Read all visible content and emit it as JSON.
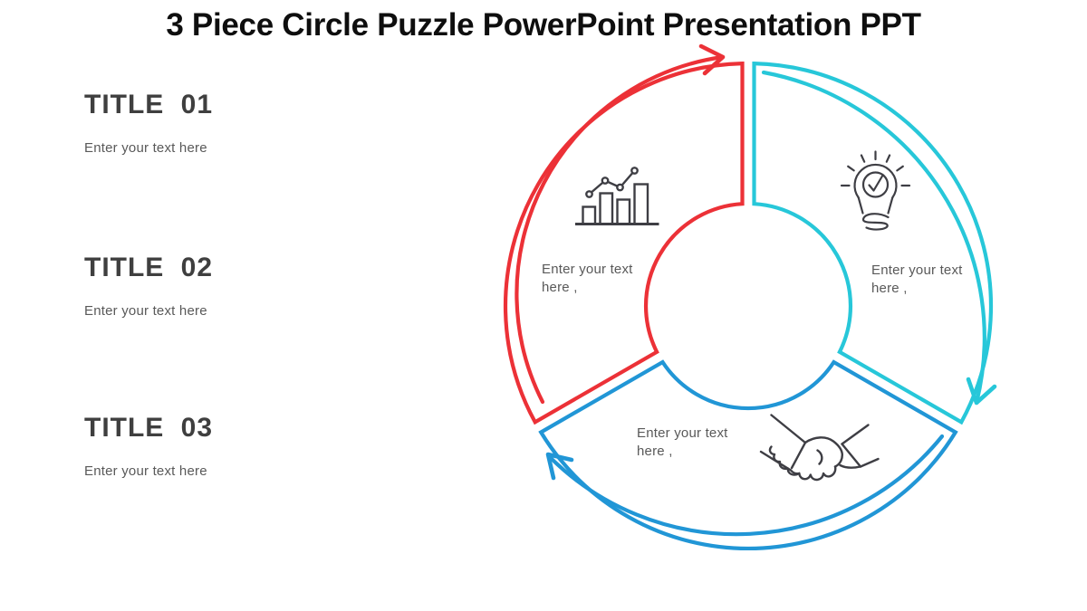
{
  "title": "3 Piece Circle Puzzle PowerPoint Presentation PPT",
  "colors": {
    "red": "#ec3137",
    "cyan": "#27c7d9",
    "blue": "#2196d6",
    "icon_gray": "#3e3e44",
    "heading_gray": "#3f3f3f",
    "body_gray": "#595959",
    "title_black": "#0e0e0e"
  },
  "left_panel": {
    "items": [
      {
        "heading": "TITLE 01",
        "body": "Enter your text here"
      },
      {
        "heading": "TITLE 02",
        "body": "Enter your text here"
      },
      {
        "heading": "TITLE 03",
        "body": "Enter your text here"
      }
    ]
  },
  "diagram": {
    "type": "3-piece circular puzzle cycle, clockwise arrows",
    "segments": [
      {
        "position": "top-left",
        "color_name": "red",
        "color": "#ec3137",
        "icon": "bar-chart-icon",
        "label": "Enter your text here ,"
      },
      {
        "position": "top-right",
        "color_name": "cyan",
        "color": "#27c7d9",
        "icon": "lightbulb-icon",
        "label": "Enter your text here ,"
      },
      {
        "position": "bottom",
        "color_name": "blue",
        "color": "#2196d6",
        "icon": "handshake-icon",
        "label": "Enter your text here ,"
      }
    ]
  }
}
